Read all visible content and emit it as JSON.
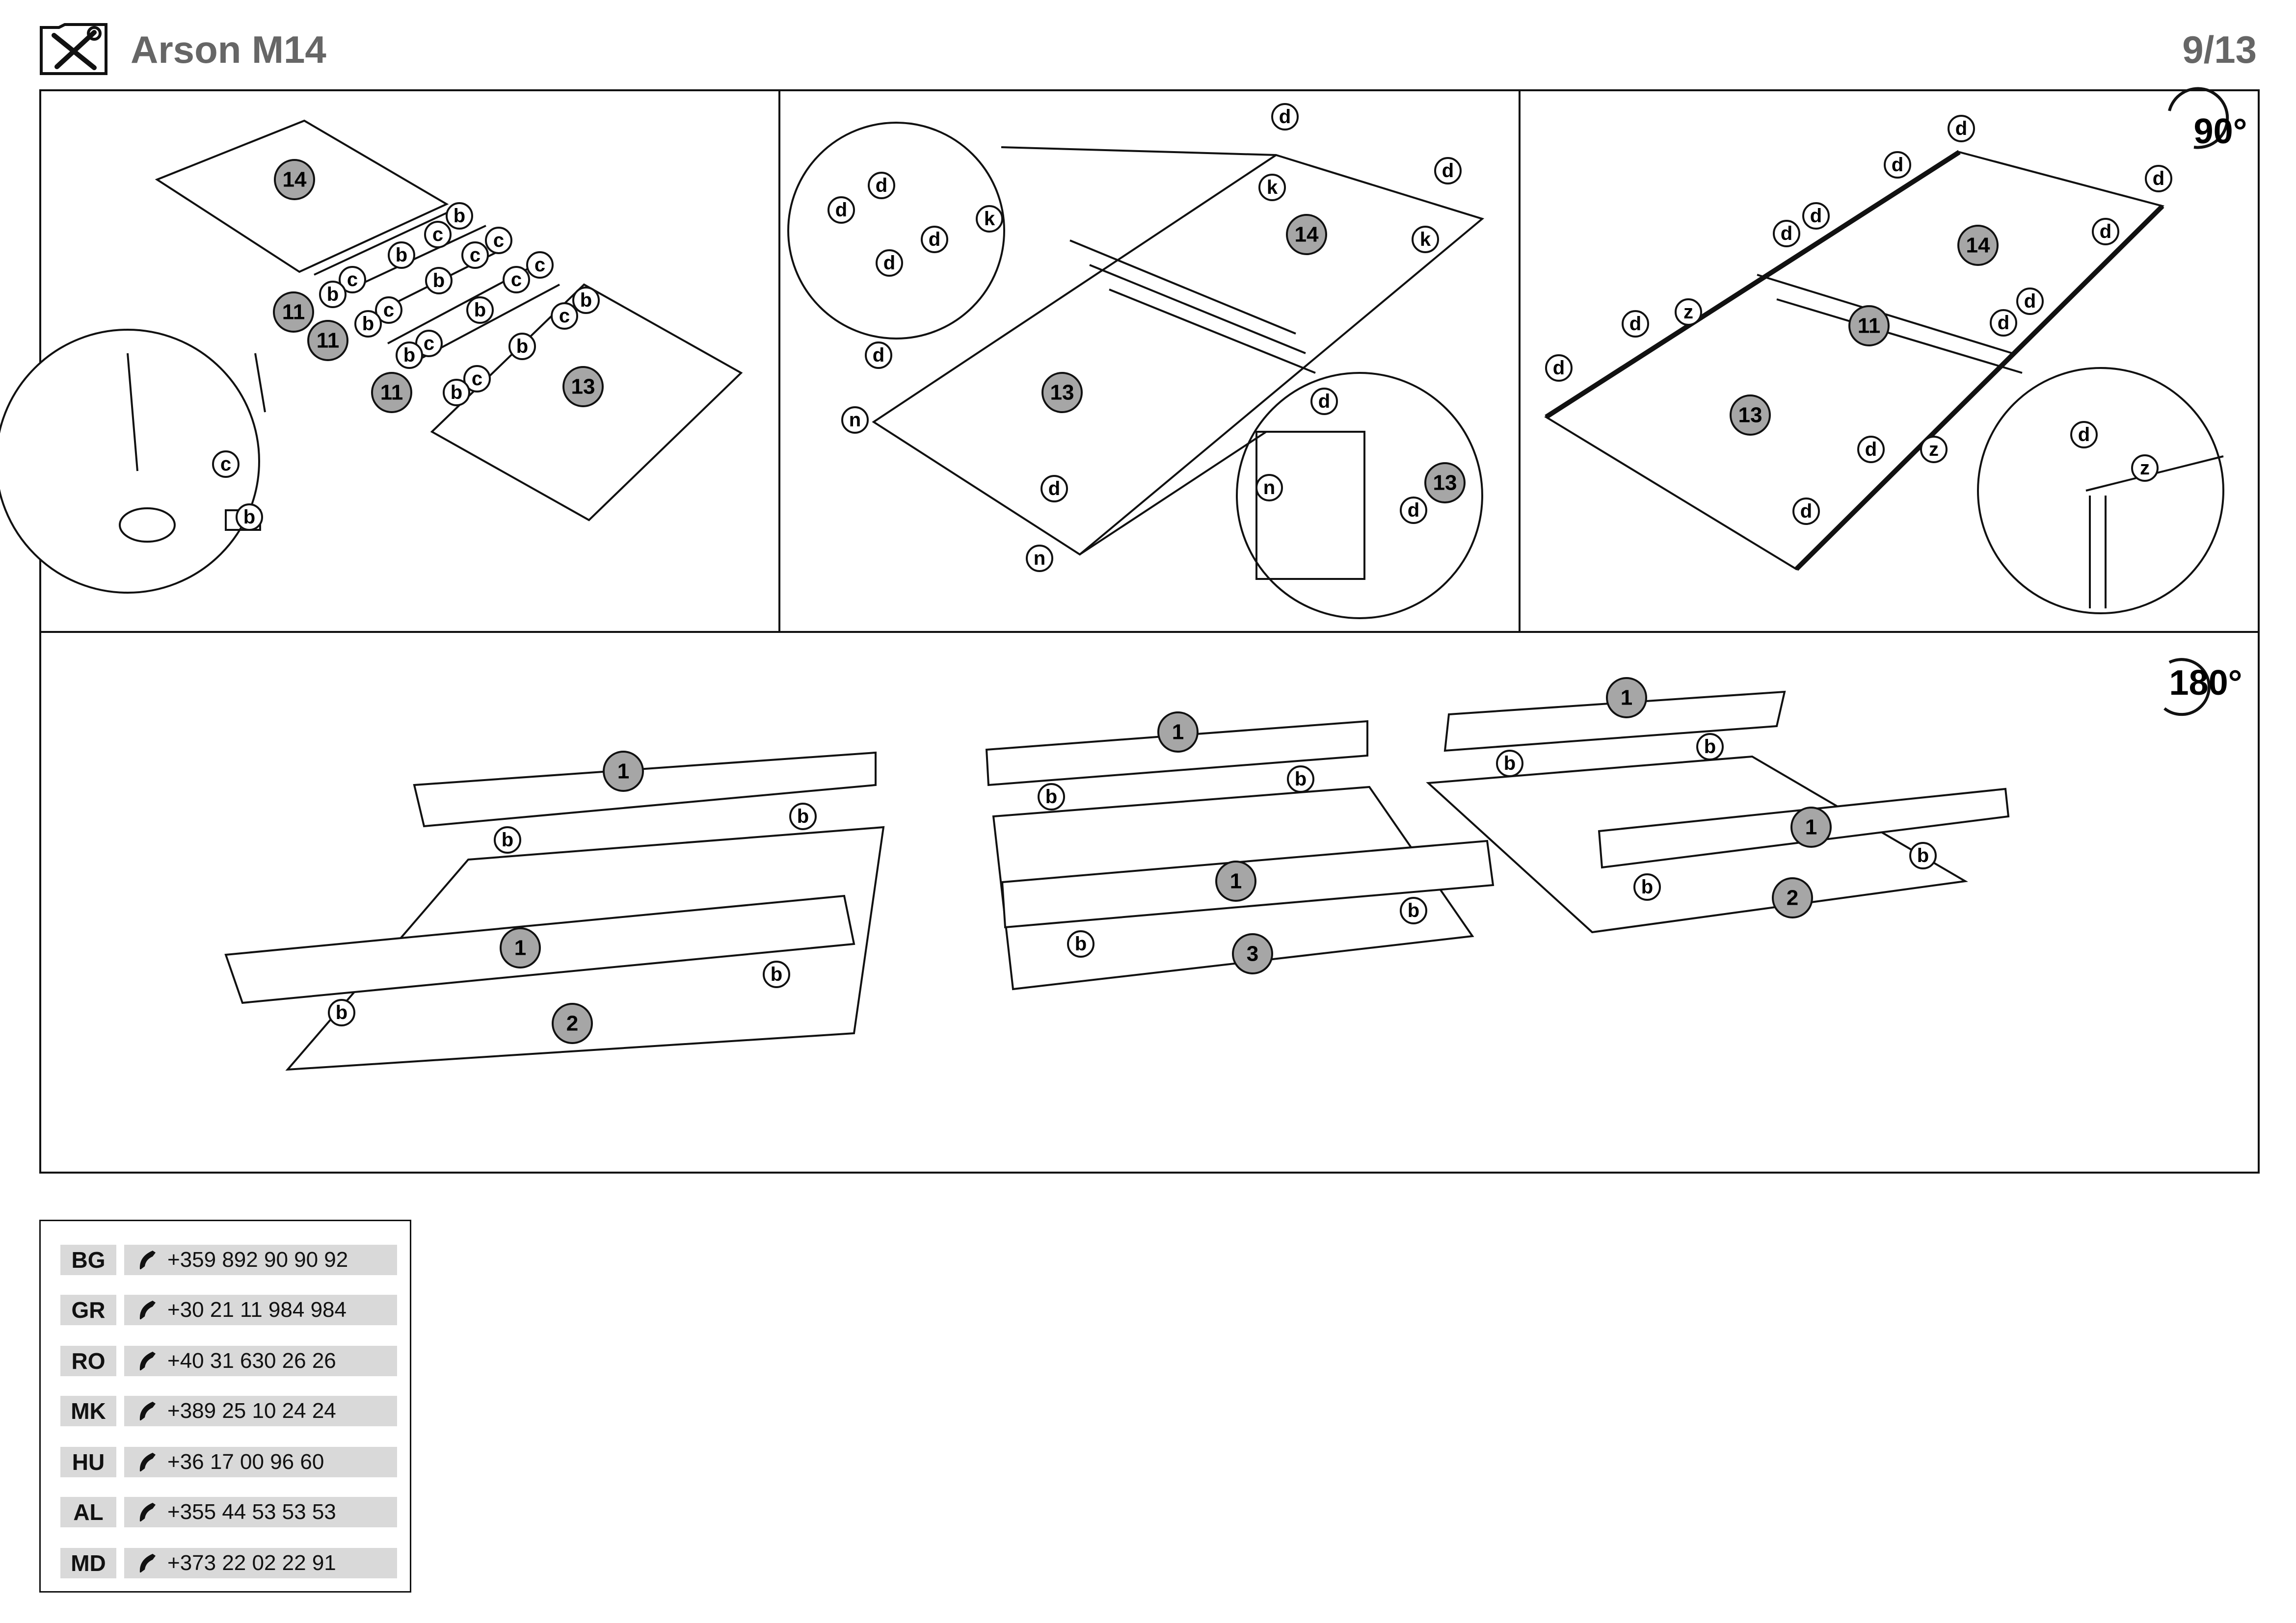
{
  "header": {
    "title": "Arson M14",
    "page": "9/13",
    "icon": "tools-icon"
  },
  "panels": {
    "rotate_90": "90°",
    "rotate_180": "180°"
  },
  "labels": {
    "p14": "14",
    "p13": "13",
    "p11": "11",
    "p1": "1",
    "p2": "2",
    "p3": "3",
    "b": "b",
    "c": "c",
    "d": "d",
    "k": "k",
    "n": "n",
    "z": "z"
  },
  "contacts": [
    {
      "code": "BG",
      "phone": "+359 892 90 90 92"
    },
    {
      "code": "GR",
      "phone": "+30 21 11 984 984"
    },
    {
      "code": "RO",
      "phone": "+40 31 630 26 26"
    },
    {
      "code": "MK",
      "phone": "+389 25 10 24 24"
    },
    {
      "code": "HU",
      "phone": "+36 17 00 96 60"
    },
    {
      "code": "AL",
      "phone": "+355 44 53 53 53"
    },
    {
      "code": "MD",
      "phone": "+373 22 02 22 91"
    }
  ],
  "colors": {
    "panel_badge": "#a6a6a6",
    "contact_bg": "#d9d9d9",
    "title_gray": "#666666"
  }
}
